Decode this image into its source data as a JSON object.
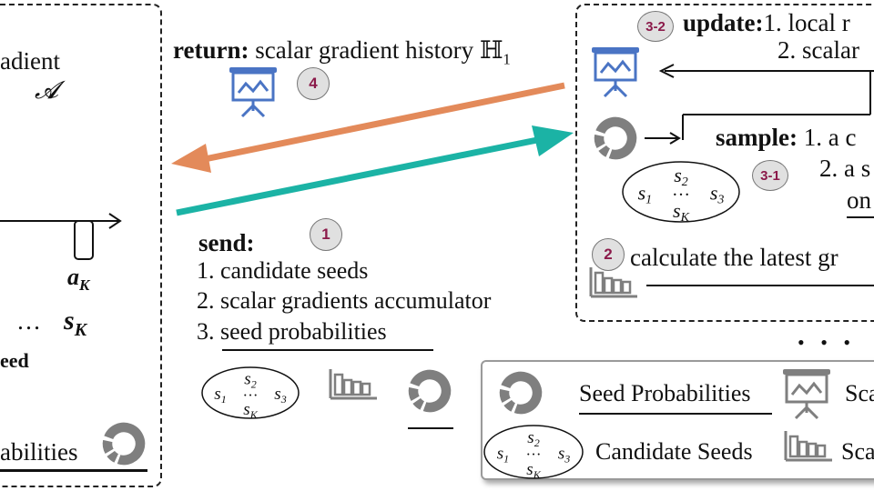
{
  "left_panel": {
    "gradient_text": "adient",
    "set_symbol": "𝓐",
    "a_k_label": "a",
    "a_k_sub": "K",
    "ellipsis": "…",
    "s_k_label": "s",
    "s_k_sub": "K",
    "seed_fragment": "eed",
    "probabilities_fragment": "abilities"
  },
  "return_step": {
    "keyword": "return:",
    "text": "scalar gradient history",
    "symbol": "ℍ",
    "symbol_sub": "1",
    "badge": "4"
  },
  "send_step": {
    "keyword": "send:",
    "badge": "1",
    "items": [
      "1. candidate seeds",
      "2. scalar gradients accumulator",
      "3. seed probabilities"
    ]
  },
  "right_panel": {
    "update_badge": "3-2",
    "update_keyword": "update:",
    "update_line1": "1. local r",
    "update_line2": "2. scalar",
    "sample_keyword": "sample:",
    "sample_line1": "1. a c",
    "sample_badge": "3-1",
    "sample_line2": "2. a s",
    "sample_line3": "on",
    "calc_badge": "2",
    "calc_text": "calculate the latest gr"
  },
  "seed_oval": {
    "top": "s",
    "top_sub": "2",
    "left": "s",
    "left_sub": "1",
    "mid": "…",
    "right": "s",
    "right_sub": "3",
    "bottom": "s",
    "bottom_sub": "K"
  },
  "continuation": "• • •",
  "legend": {
    "seed_probabilities": "Seed Probabilities",
    "candidate_seeds": "Candidate Seeds",
    "scalar_fragment_1": "Sca",
    "scalar_fragment_2": "Sca"
  },
  "colors": {
    "return_arrow": "#e38a5a",
    "send_arrow": "#1bb3a5",
    "badge_text": "#8b1a4a",
    "badge_fill": "#e0e0e0",
    "icon_blue": "#4a74c4",
    "icon_gray": "#7f7f7f"
  }
}
